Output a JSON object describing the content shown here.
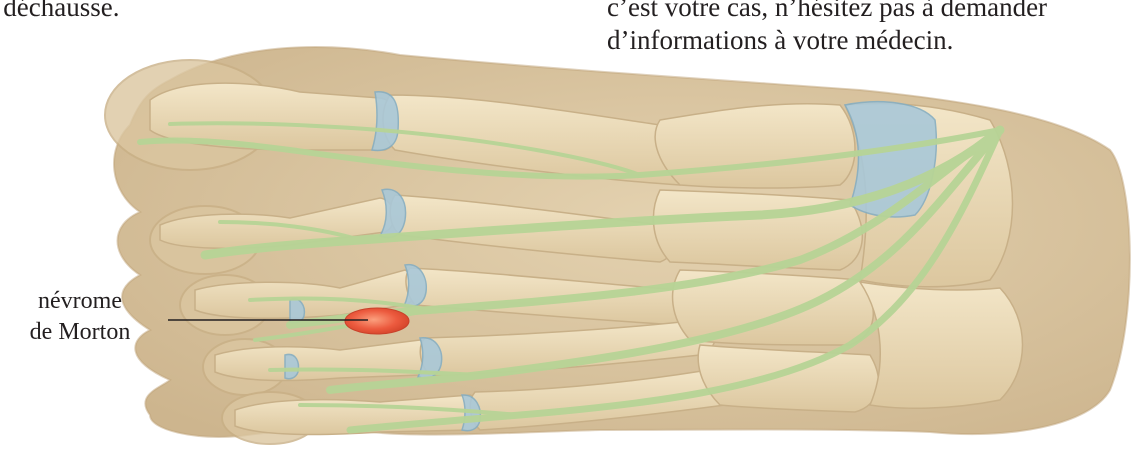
{
  "body_text": {
    "left_line": "s déchausse.",
    "right_line_1": "c’est votre cas, n’hésitez pas à demander",
    "right_line_2": "d’informations à votre médecin."
  },
  "annotation": {
    "line1": "névrome",
    "line2": "de Morton"
  },
  "colors": {
    "skin": "#dcc8a4",
    "bone": "#ebdcba",
    "cartilage": "#a8c8d8",
    "nerve": "#bcd59a",
    "neuroma": "#ec5a3e",
    "text": "#231f20"
  }
}
